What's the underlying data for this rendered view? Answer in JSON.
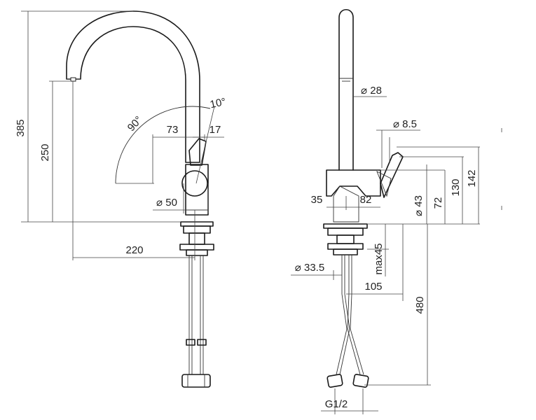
{
  "side_view": {
    "height_total": "385",
    "height_outlet": "250",
    "reach": "220",
    "lever_swing": "90°",
    "lever_tilt": "10°",
    "lever_length": "73",
    "lever_offset": "17",
    "body_diameter": "⌀ 50"
  },
  "front_view": {
    "spout_diameter": "⌀ 28",
    "lever_diameter": "⌀ 8.5",
    "body_left": "35",
    "body_right": "82",
    "body_diameter": "⌀ 43",
    "height_72": "72",
    "height_130": "130",
    "height_142": "142",
    "thread_diameter": "⌀ 33.5",
    "max_deck": "max45",
    "shank_offset": "105",
    "hose_length": "480",
    "connection": "G1/2"
  }
}
